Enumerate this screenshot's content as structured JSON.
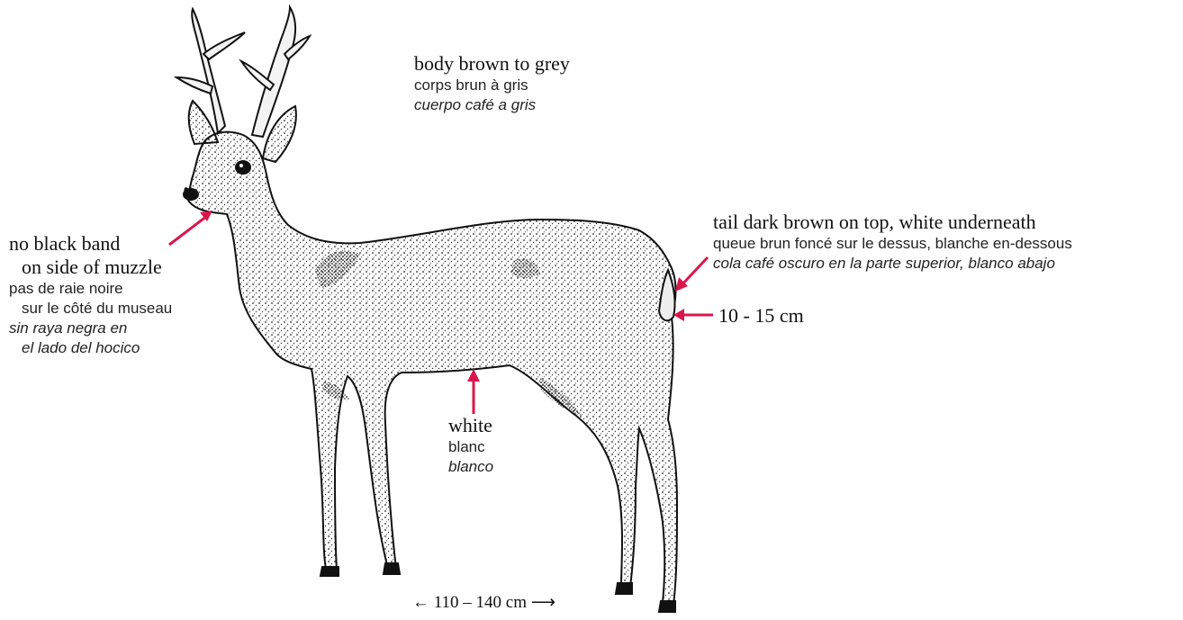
{
  "accent_color": "#d9164b",
  "illustration": {
    "subject": "deer-illustration"
  },
  "labels": {
    "body": {
      "en": "body brown to grey",
      "fr": "corps brun à gris",
      "es": "cuerpo café a gris"
    },
    "muzzle": {
      "en_1": "no black band",
      "en_2": "on side of muzzle",
      "fr_1": "pas de raie noire",
      "fr_2": "sur le côté du museau",
      "es_1": "sin raya negra en",
      "es_2": "el lado del hocico"
    },
    "tail": {
      "en": "tail dark brown on top, white underneath",
      "fr": "queue brun foncé sur le dessus, blanche en-dessous",
      "es": "cola café oscuro en la parte superior, blanco abajo"
    },
    "belly": {
      "en": "white",
      "fr": "blanc",
      "es": "blanco"
    }
  },
  "measurements": {
    "tail_length": "10 - 15 cm",
    "body_length": "110 – 140 cm",
    "arrow_left": "←",
    "arrow_right": "⟶"
  }
}
